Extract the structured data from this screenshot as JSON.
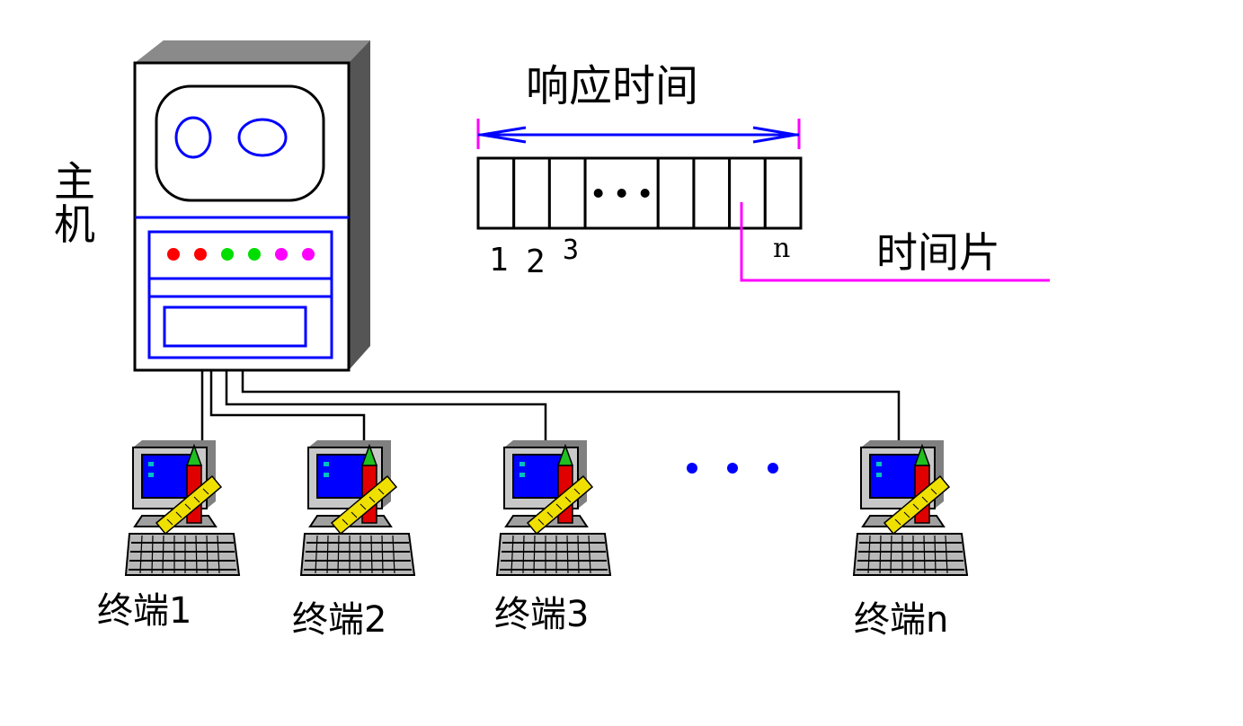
{
  "host": {
    "label": "主机",
    "lights": [
      "#ff0000",
      "#ff0000",
      "#00dd00",
      "#00dd00",
      "#ff00ff",
      "#ff00ff"
    ]
  },
  "timeline": {
    "title": "响应时间",
    "slice_label": "时间片",
    "cell_labels": [
      "1",
      "2",
      "3",
      "n"
    ],
    "cell_count": 8,
    "ellipsis_cell": 3
  },
  "terminals": [
    {
      "label": "终端1"
    },
    {
      "label": "终端2"
    },
    {
      "label": "终端3"
    },
    {
      "label": "终端n"
    }
  ],
  "terminal_gap": {
    "glyph": "• • •",
    "color": "#0000ff"
  },
  "colors": {
    "wire": "#000000",
    "accent_blue": "#0000ff",
    "accent_magenta": "#ff00ff",
    "screen": "#0000ff",
    "case_shadow": "#606060"
  }
}
